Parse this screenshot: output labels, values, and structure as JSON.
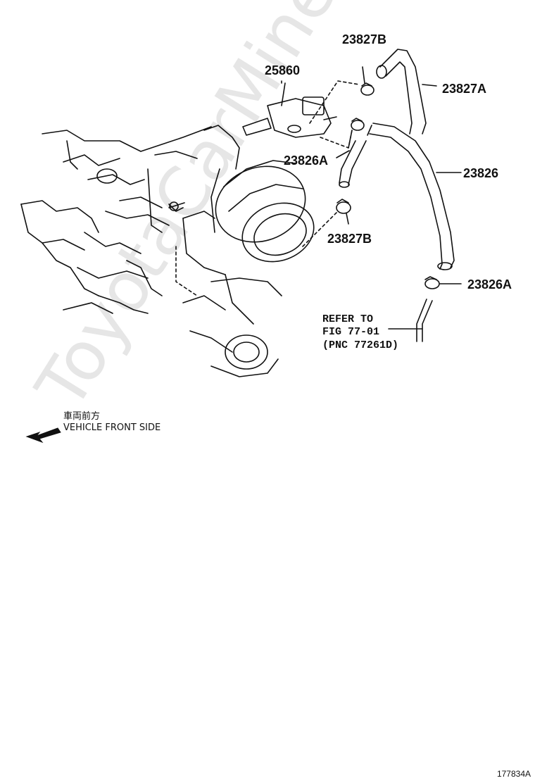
{
  "parts": {
    "p23827B_top": "23827B",
    "p25860": "25860",
    "p23827A": "23827A",
    "p23826A_mid": "23826A",
    "p23826": "23826",
    "p23827B_low": "23827B",
    "p23826A_low": "23826A"
  },
  "refer": {
    "line1": "REFER TO",
    "line2": "FIG 77-01",
    "line3": "(PNC 77261D)"
  },
  "orientation": {
    "japanese": "車両前方",
    "english": "VEHICLE FRONT SIDE"
  },
  "watermark": "ToyotaCarMine.ru",
  "figure_code": "177834A",
  "colors": {
    "line": "#111111",
    "watermark": "#e6e6e6",
    "background": "#ffffff"
  }
}
